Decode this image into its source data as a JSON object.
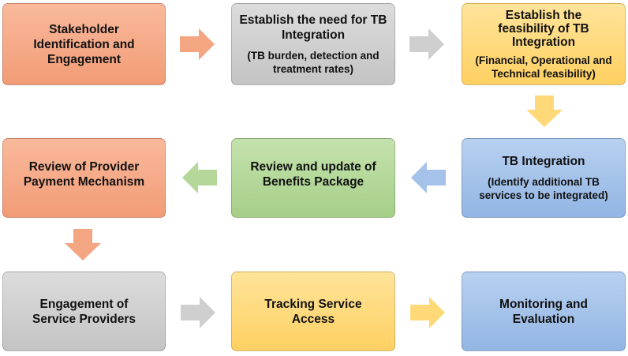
{
  "colors": {
    "salmon": "#f4a582",
    "gray": "#cfcfcf",
    "yellow": "#ffd978",
    "blue": "#a4c2ea",
    "green": "#b5d89a"
  },
  "boxes": {
    "stakeholder": {
      "title": "Stakeholder Identification and Engagement"
    },
    "need": {
      "title": "Establish the need for TB Integration",
      "sub": "(TB burden, detection and treatment rates)"
    },
    "feasibility": {
      "title": "Establish the feasibility of TB Integration",
      "sub": "(Financial, Operational and Technical feasibility)"
    },
    "tb_integration": {
      "title": "TB Integration",
      "sub": "(Identify additional TB services to be integrated)"
    },
    "benefits": {
      "title": "Review and update of Benefits Package"
    },
    "payment": {
      "title": "Review of Provider Payment Mechanism"
    },
    "engagement": {
      "title": "Engagement of Service Providers"
    },
    "tracking": {
      "title": "Tracking Service Access"
    },
    "monitoring": {
      "title": "Monitoring and Evaluation"
    }
  }
}
